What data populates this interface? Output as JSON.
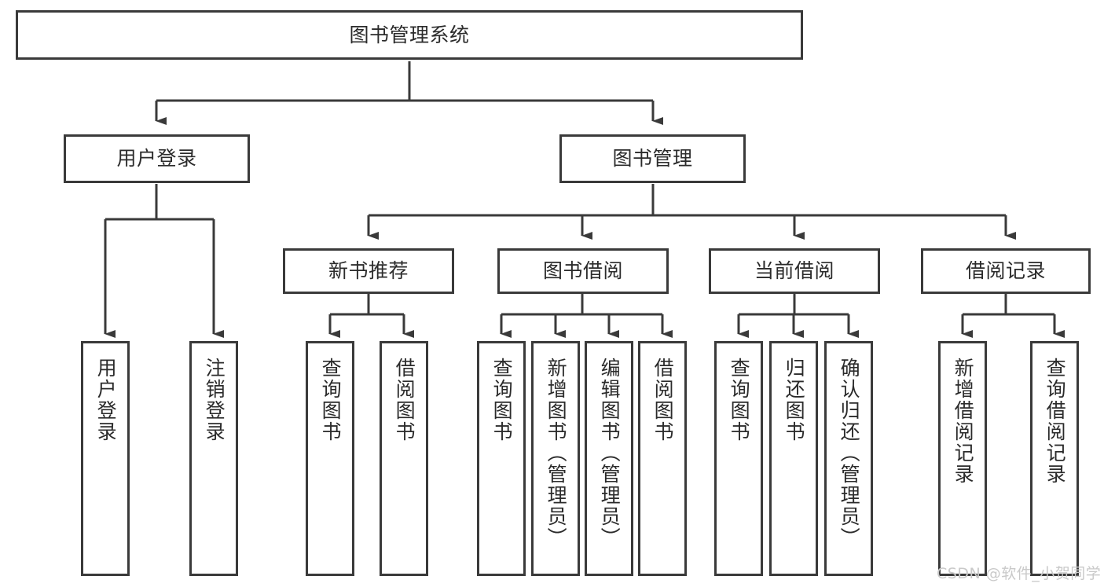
{
  "diagram": {
    "title": "图书管理系统",
    "type": "tree",
    "watermark": "CSDN @软件_小贺同学",
    "colors": {
      "box_border": "#3a3a3a",
      "box_fill": "#ffffff",
      "edge": "#3a3a3a",
      "text": "#2b2b2b",
      "watermark": "#c9c9c9",
      "background": "#ffffff"
    },
    "levels": {
      "root": "图书管理系统",
      "level2": [
        "用户登录",
        "图书管理"
      ],
      "level3": [
        "新书推荐",
        "图书借阅",
        "当前借阅",
        "借阅记录"
      ],
      "level4": [
        "用户登录",
        "注销登录",
        "查询图书",
        "借阅图书",
        "查询图书",
        "新增图书（管理员）",
        "编辑图书（管理员）",
        "借阅图书",
        "查询图书",
        "归还图书",
        "确认归还（管理员）",
        "新增借阅记录",
        "查询借阅记录"
      ]
    },
    "nodes": {
      "root": {
        "label": "图书管理系统"
      },
      "user_login": {
        "label": "用户登录"
      },
      "book_manage": {
        "label": "图书管理"
      },
      "new_book_rec": {
        "label": "新书推荐"
      },
      "book_borrow": {
        "label": "图书借阅"
      },
      "current_borrow": {
        "label": "当前借阅"
      },
      "borrow_record": {
        "label": "借阅记录"
      },
      "leaf_user_login": {
        "label": "用户登录"
      },
      "leaf_logout": {
        "label": "注销登录"
      },
      "leaf_query_book_1": {
        "label": "查询图书"
      },
      "leaf_borrow_book_1": {
        "label": "借阅图书"
      },
      "leaf_query_book_2": {
        "label": "查询图书"
      },
      "leaf_add_book": {
        "label": "新增图书（管理员）"
      },
      "leaf_edit_book": {
        "label": "编辑图书（管理员）"
      },
      "leaf_borrow_book_2": {
        "label": "借阅图书"
      },
      "leaf_query_book_3": {
        "label": "查询图书"
      },
      "leaf_return_book": {
        "label": "归还图书"
      },
      "leaf_confirm_return": {
        "label": "确认归还（管理员）"
      },
      "leaf_add_record": {
        "label": "新增借阅记录"
      },
      "leaf_query_record": {
        "label": "查询借阅记录"
      }
    },
    "edges": [
      {
        "from": "root",
        "to": "user_login"
      },
      {
        "from": "root",
        "to": "book_manage"
      },
      {
        "from": "user_login",
        "to": "leaf_user_login"
      },
      {
        "from": "user_login",
        "to": "leaf_logout"
      },
      {
        "from": "book_manage",
        "to": "new_book_rec"
      },
      {
        "from": "book_manage",
        "to": "book_borrow"
      },
      {
        "from": "book_manage",
        "to": "current_borrow"
      },
      {
        "from": "book_manage",
        "to": "borrow_record"
      },
      {
        "from": "new_book_rec",
        "to": "leaf_query_book_1"
      },
      {
        "from": "new_book_rec",
        "to": "leaf_borrow_book_1"
      },
      {
        "from": "book_borrow",
        "to": "leaf_query_book_2"
      },
      {
        "from": "book_borrow",
        "to": "leaf_add_book"
      },
      {
        "from": "book_borrow",
        "to": "leaf_edit_book"
      },
      {
        "from": "book_borrow",
        "to": "leaf_borrow_book_2"
      },
      {
        "from": "current_borrow",
        "to": "leaf_query_book_3"
      },
      {
        "from": "current_borrow",
        "to": "leaf_return_book"
      },
      {
        "from": "current_borrow",
        "to": "leaf_confirm_return"
      },
      {
        "from": "borrow_record",
        "to": "leaf_add_record"
      },
      {
        "from": "borrow_record",
        "to": "leaf_query_record"
      }
    ]
  }
}
